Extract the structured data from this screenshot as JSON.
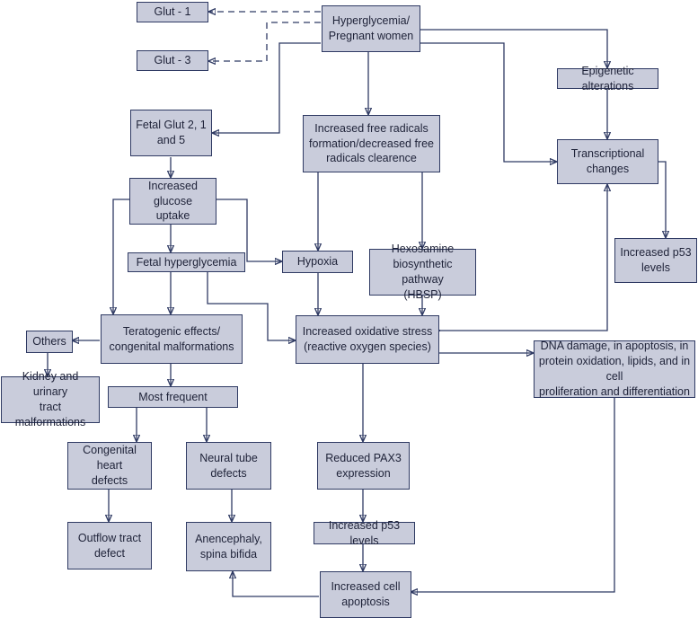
{
  "nodes": {
    "glut1": "Glut - 1",
    "hyper": "Hyperglycemia/\nPregnant women",
    "glut3": "Glut - 3",
    "epigen": "Epigenetic alterations",
    "fetal_glut": "Fetal Glut 2, 1\nand 5",
    "free_radicals": "Increased free radicals\nformation/decreased free\nradicals clearence",
    "transcriptional": "Transcriptional\nchanges",
    "glucose_uptake": "Increased glucose\nuptake",
    "p53_right": "Increased p53\nlevels",
    "fetal_hyper": "Fetal hyperglycemia",
    "hypoxia": "Hypoxia",
    "hbsp": "Hexosamine\nbiosynthetic pathway\n(HBSP)",
    "teratogenic": "Teratogenic effects/\ncongenital malformations",
    "others": "Others",
    "oxidative": "Increased oxidative stress\n(reactive oxygen species)",
    "dna": "DNA damage, in apoptosis, in\nprotein oxidation, lipids, and in cell\nproliferation and differentiation",
    "kidney": "Kidney and urinary\ntract\nmalformations",
    "most_frequent": "Most frequent",
    "heart": "Congenital heart\ndefects",
    "neural": "Neural tube\ndefects",
    "pax3": "Reduced PAX3\nexpression",
    "p53_mid": "Increased p53 levels",
    "outflow": "Outflow tract\ndefect",
    "anencephaly": "Anencephaly,\nspina bifida",
    "apoptosis": "Increased cell\napoptosis"
  }
}
